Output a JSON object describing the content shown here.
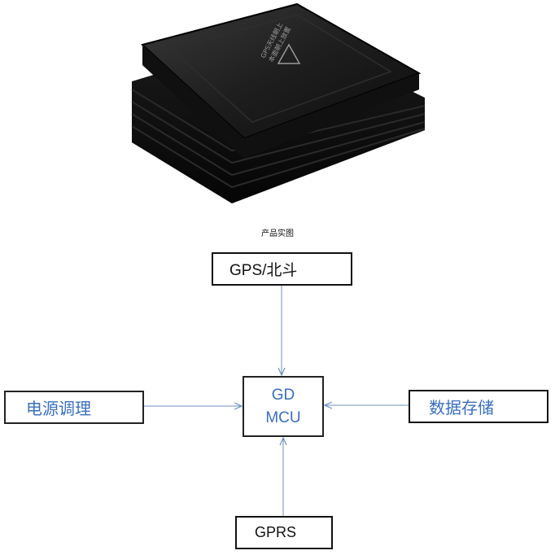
{
  "caption": "产品实图",
  "photo_label": {
    "line1": "GPS天线朝上",
    "line2": "本面朝上放置"
  },
  "diagram": {
    "gps": "GPS/北斗",
    "mcu_line1": "GD",
    "mcu_line2": "MCU",
    "power": "电源调理",
    "storage": "数据存储",
    "gprs": "GPRS"
  },
  "colors": {
    "arrow": "#6f8fbf",
    "blue_text": "#3a6fbf",
    "device_body": "#151515"
  }
}
